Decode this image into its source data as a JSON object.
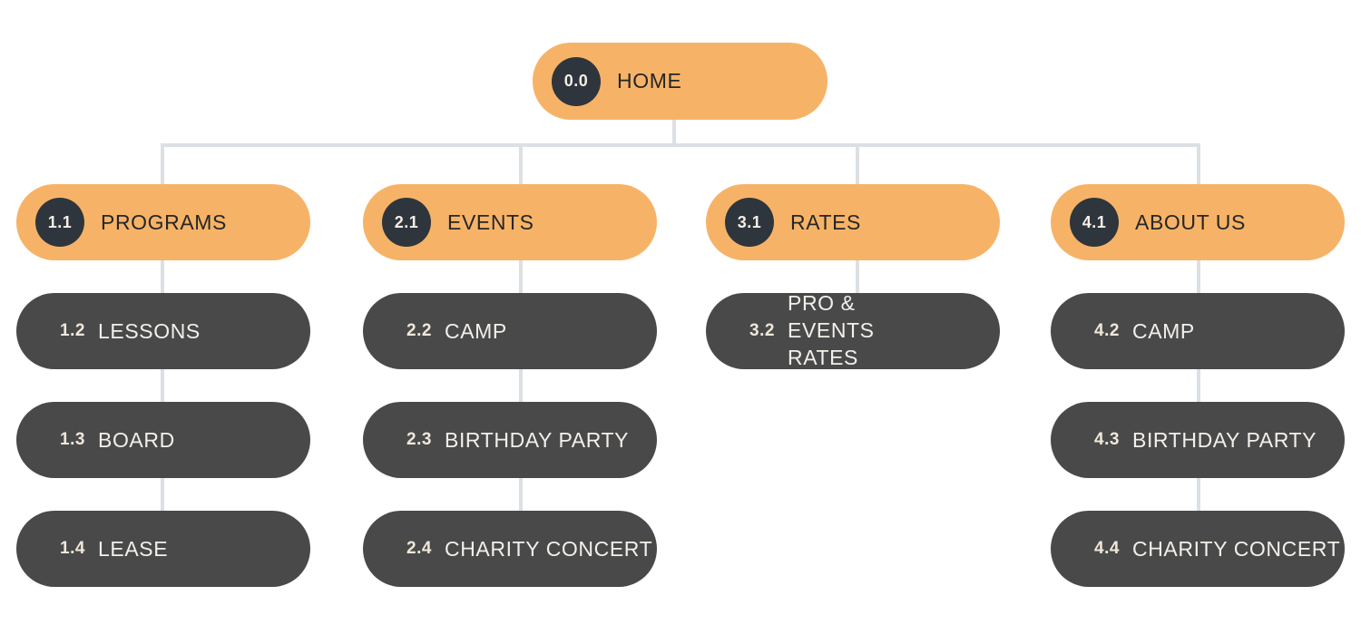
{
  "diagram": {
    "type": "sitemap-tree",
    "root": {
      "id": "0.0",
      "label": "HOME"
    },
    "columns": [
      {
        "parent": {
          "id": "1.1",
          "label": "PROGRAMS"
        },
        "children": [
          {
            "id": "1.2",
            "label": "LESSONS"
          },
          {
            "id": "1.3",
            "label": "BOARD"
          },
          {
            "id": "1.4",
            "label": "LEASE"
          }
        ]
      },
      {
        "parent": {
          "id": "2.1",
          "label": "EVENTS"
        },
        "children": [
          {
            "id": "2.2",
            "label": "CAMP"
          },
          {
            "id": "2.3",
            "label": "BIRTHDAY PARTY"
          },
          {
            "id": "2.4",
            "label": "CHARITY CONCERT"
          }
        ]
      },
      {
        "parent": {
          "id": "3.1",
          "label": "RATES"
        },
        "children": [
          {
            "id": "3.2",
            "label": "PRO & EVENTS RATES"
          }
        ]
      },
      {
        "parent": {
          "id": "4.1",
          "label": "ABOUT US"
        },
        "children": [
          {
            "id": "4.2",
            "label": "CAMP"
          },
          {
            "id": "4.3",
            "label": "BIRTHDAY PARTY"
          },
          {
            "id": "4.4",
            "label": "CHARITY CONCERT"
          }
        ]
      }
    ]
  },
  "palette": {
    "level1_fill": "#F6B367",
    "level2_fill": "#4A494A",
    "badge_fill": "#2F353C",
    "connector": "#DBE0E5",
    "text_on_orange": "#262626",
    "text_on_dark": "#F2F0EA",
    "number_on_dark": "#EFE8DA",
    "badge_text": "#F4EFE6"
  }
}
